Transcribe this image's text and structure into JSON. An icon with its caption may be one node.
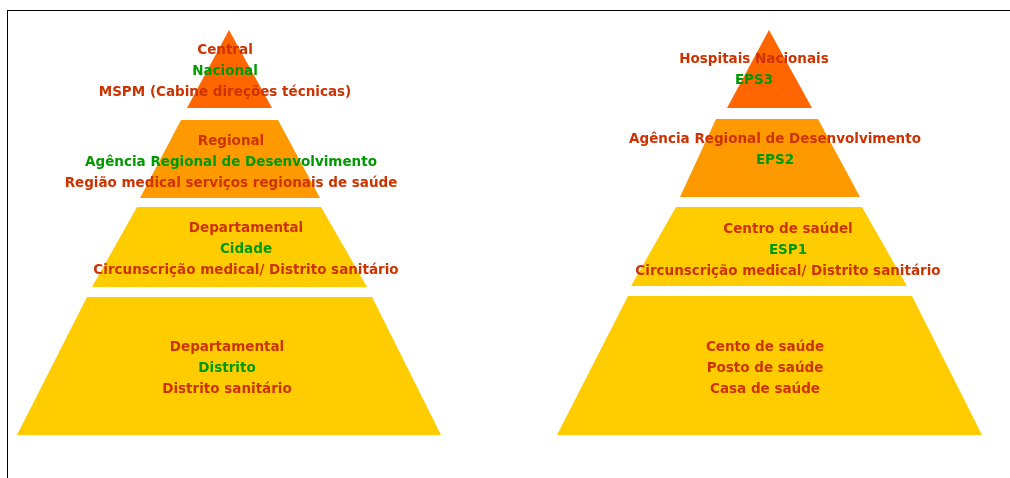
{
  "diagram": {
    "nodes": [
      {
        "text": [
          "Central",
          "Nacional",
          "MSPM (Cabine direções técnicas)"
        ]
      },
      {
        "text": [
          "Regional",
          "Agência Regional de Desenvolvimento",
          "Região medical serviços regionais de saúde"
        ]
      },
      {
        "text": [
          "Departamental",
          "Cidade",
          "Circunscrição medical/ Distrito sanitário"
        ]
      },
      {
        "text": [
          "Departamental",
          "Distrito",
          "Distrito sanitário"
        ]
      },
      {
        "text": [
          "Hospitais Nacionais",
          "EPS3"
        ]
      },
      {
        "text": [
          "Agência Regional de Desenvolvimento",
          "EPS2"
        ]
      },
      {
        "text": [
          "Centro de saúdel",
          "ESP1",
          "Circunscrição medical/ Distrito sanitário"
        ]
      },
      {
        "text": [
          "Cento de saúde",
          "Posto de saúde",
          "Casa de saúde"
        ]
      }
    ]
  }
}
